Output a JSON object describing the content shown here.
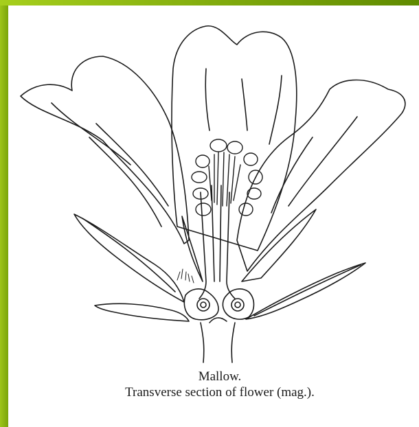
{
  "frame": {
    "accent_color": "#7aa50a",
    "background": "#ffffff"
  },
  "figure": {
    "subject_icon": "mallow-flower-section-illustration",
    "caption_title": "Mallow.",
    "caption_subtitle": "Transverse section of flower (mag.)."
  }
}
